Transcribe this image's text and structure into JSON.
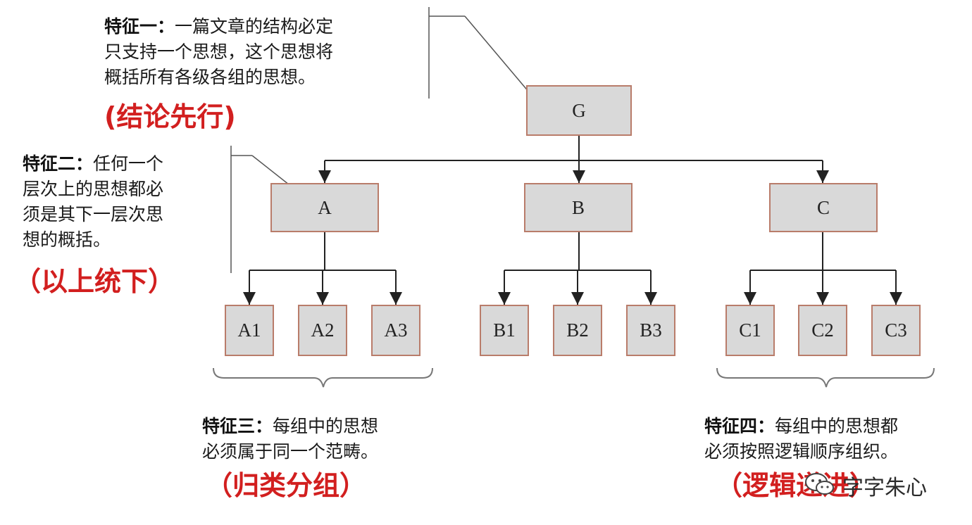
{
  "colors": {
    "node_fill": "#d9d9d9",
    "node_border": "#b97c6a",
    "connector": "#222222",
    "pointer": "#555555",
    "brace": "#777777",
    "tag_red": "#d21f1f"
  },
  "nodes": {
    "g": "G",
    "a": "A",
    "b": "B",
    "c": "C",
    "a1": "A1",
    "a2": "A2",
    "a3": "A3",
    "b1": "B1",
    "b2": "B2",
    "b3": "B3",
    "c1": "C1",
    "c2": "C2",
    "c3": "C3"
  },
  "features": {
    "one": {
      "label": "特征一：",
      "lines": [
        "一篇文章的结构必定",
        "只支持一个思想，这个思想将",
        "概括所有各级各组的思想。"
      ],
      "tag": "(结论先行)"
    },
    "two": {
      "label": "特征二：",
      "lines": [
        "任何一个",
        "层次上的思想都必",
        "须是其下一层次思",
        "想的概括。"
      ],
      "tag": "（以上统下）"
    },
    "three": {
      "label": "特征三：",
      "lines": [
        "每组中的思想",
        "必须属于同一个范畴。"
      ],
      "tag": "（归类分组）"
    },
    "four": {
      "label": "特征四：",
      "lines": [
        "每组中的思想都",
        "必须按照逻辑顺序组织。"
      ],
      "tag": "（逻辑递进）"
    }
  },
  "watermark": {
    "icon": "wechat-icon",
    "text": "字字朱心"
  }
}
